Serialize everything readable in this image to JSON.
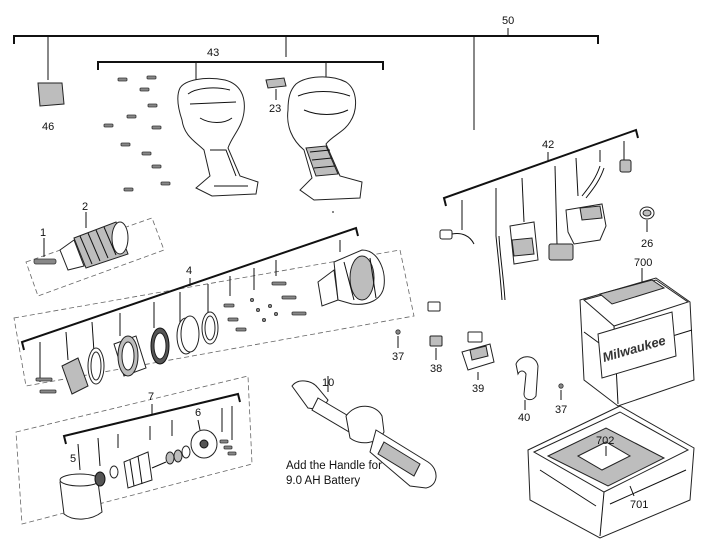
{
  "labels": {
    "p50": "50",
    "p43": "43",
    "p46": "46",
    "p23": "23",
    "p42": "42",
    "p2": "2",
    "p1": "1",
    "p26": "26",
    "p4": "4",
    "p700": "700",
    "p37a": "37",
    "p38": "38",
    "p39": "39",
    "p10": "10",
    "p40": "40",
    "p37b": "37",
    "p7": "7",
    "p6": "6",
    "p5": "5",
    "p702": "702",
    "p701": "701"
  },
  "note": {
    "line1": "Add the Handle for",
    "line2": "9.0 AH Battery"
  },
  "case_brand": "Milwaukee"
}
